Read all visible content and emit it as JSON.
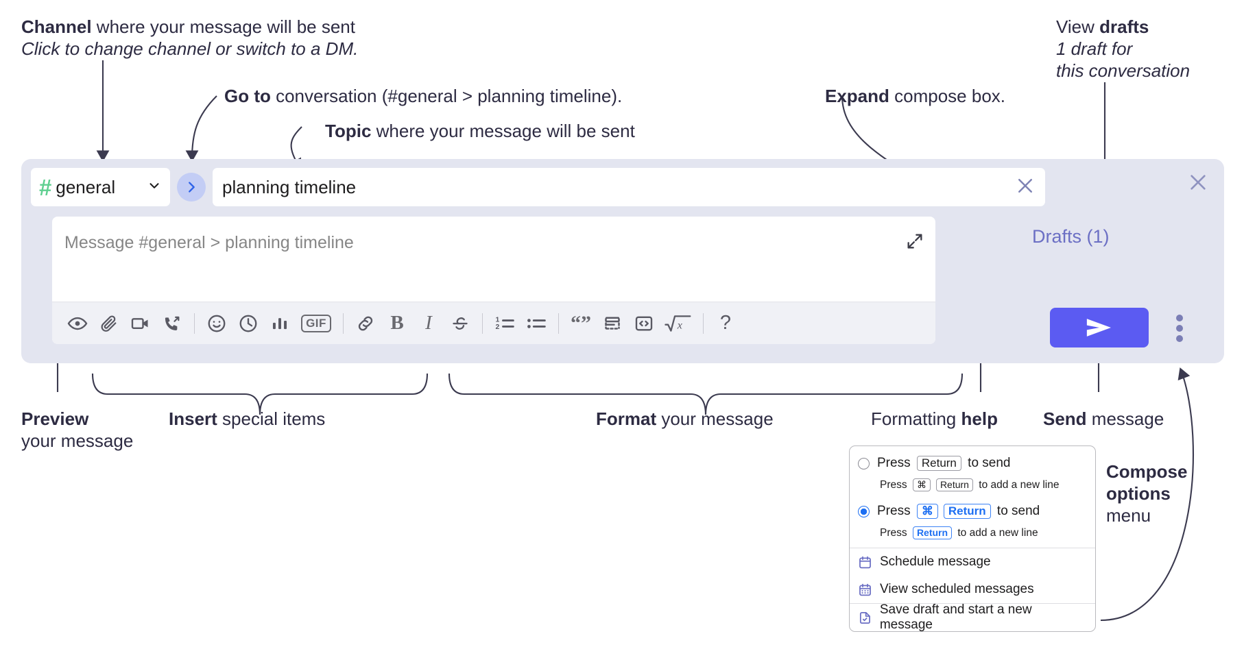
{
  "annotations": {
    "channel": {
      "bold": "Channel",
      "rest": " where your message will be sent",
      "italic": "Click to change channel or switch to a DM."
    },
    "goto": {
      "bold": "Go to",
      "rest": " conversation (#general > planning timeline)."
    },
    "topic": {
      "bold": "Topic",
      "rest": " where your message will be sent"
    },
    "expand": {
      "bold": "Expand",
      "rest": " compose box."
    },
    "drafts": {
      "lead": "View ",
      "bold": "drafts",
      "italic1": "1 draft for",
      "italic2": "this conversation"
    },
    "preview": {
      "bold": "Preview",
      "rest": "your message"
    },
    "insert": {
      "bold": "Insert",
      "rest": " special items"
    },
    "format": {
      "bold": "Format",
      "rest": " your message"
    },
    "help": {
      "lead": "Formatting ",
      "bold": "help"
    },
    "send": {
      "bold": "Send",
      "rest": " message"
    },
    "compose_opts": {
      "bold1": "Compose",
      "bold2": "options",
      "rest": "menu"
    }
  },
  "compose": {
    "channel": {
      "hash": "#",
      "name": "general",
      "chevron_icon": "chevron-down-icon"
    },
    "goto_button_icon": "chevron-right-icon",
    "topic": {
      "value": "planning timeline",
      "clear_icon": "close-icon"
    },
    "message": {
      "placeholder": "Message #general > planning timeline",
      "expand_icon": "expand-icon"
    },
    "panel_close_icon": "close-icon",
    "drafts_link": "Drafts (1)",
    "send_button_icon": "send-icon",
    "overflow_icon": "kebab-menu-icon",
    "toolbar": [
      {
        "name": "preview-icon",
        "type": "eye"
      },
      {
        "name": "attachment-icon",
        "type": "paperclip"
      },
      {
        "name": "video-icon",
        "type": "video"
      },
      {
        "name": "huddle-icon",
        "type": "phone"
      },
      {
        "name": "divider",
        "type": "sep"
      },
      {
        "name": "emoji-icon",
        "type": "smiley"
      },
      {
        "name": "reminder-icon",
        "type": "clock"
      },
      {
        "name": "poll-icon",
        "type": "barchart"
      },
      {
        "name": "gif-icon",
        "type": "gif",
        "label": "GIF"
      },
      {
        "name": "divider",
        "type": "sep"
      },
      {
        "name": "link-icon",
        "type": "link"
      },
      {
        "name": "bold-icon",
        "type": "bold",
        "label": "B"
      },
      {
        "name": "italic-icon",
        "type": "italic",
        "label": "I"
      },
      {
        "name": "strikethrough-icon",
        "type": "strike"
      },
      {
        "name": "divider",
        "type": "sep"
      },
      {
        "name": "ordered-list-icon",
        "type": "ollist"
      },
      {
        "name": "bulleted-list-icon",
        "type": "ullist"
      },
      {
        "name": "divider",
        "type": "sep"
      },
      {
        "name": "blockquote-icon",
        "type": "quote"
      },
      {
        "name": "code-block-icon",
        "type": "codeblock"
      },
      {
        "name": "inline-code-icon",
        "type": "code"
      },
      {
        "name": "math-icon",
        "type": "math"
      },
      {
        "name": "divider",
        "type": "sep"
      },
      {
        "name": "formatting-help-icon",
        "type": "help",
        "label": "?"
      }
    ]
  },
  "menu": {
    "options": [
      {
        "selected": false,
        "main_pre": "Press ",
        "main_keys": [
          "Return"
        ],
        "main_post": " to send",
        "sub_pre": "Press ",
        "sub_keys": [
          "⌘",
          "Return"
        ],
        "sub_post": " to add a new line"
      },
      {
        "selected": true,
        "main_pre": "Press ",
        "main_keys": [
          "⌘",
          "Return"
        ],
        "main_post": " to send",
        "sub_pre": "Press ",
        "sub_keys": [
          "Return"
        ],
        "sub_post": " to add a new line"
      }
    ],
    "items": [
      {
        "icon": "calendar-icon",
        "label": "Schedule message"
      },
      {
        "icon": "calendar-grid-icon",
        "label": "View scheduled messages"
      },
      {
        "icon": "save-draft-icon",
        "label": "Save draft and start a new message"
      }
    ]
  },
  "colors": {
    "panel_bg": "#e3e5f0",
    "send": "#5b5bf2",
    "hash_green": "#5fcf90",
    "goto_bg": "#c3cdf5",
    "drafts_text": "#6b6fc4",
    "menu_icon": "#6b6fc4",
    "radio_blue": "#1d6ff2"
  }
}
